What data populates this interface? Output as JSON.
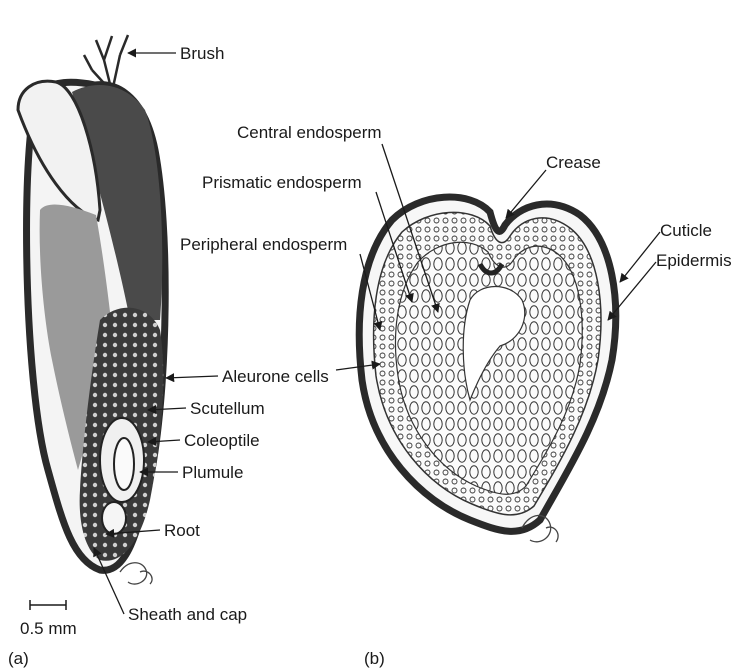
{
  "labels": {
    "brush": "Brush",
    "aleurone": "Aleurone cells",
    "scutellum": "Scutellum",
    "coleoptile": "Coleoptile",
    "plumule": "Plumule",
    "root": "Root",
    "sheath_cap": "Sheath and cap",
    "scale_bar": "0.5 mm",
    "panel_a": "(a)",
    "central_endosperm": "Central endosperm",
    "crease": "Crease",
    "prismatic_endosperm": "Prismatic endosperm",
    "cuticle": "Cuticle",
    "peripheral_endosperm": "Peripheral endosperm",
    "epidermis": "Epidermis",
    "panel_b": "(b)"
  },
  "colors": {
    "outline": "#2a2a2a",
    "dark_pericarp": "#4a4a4a",
    "grey_endosperm": "#9a9a9a",
    "embryo": "#3a3a3a"
  }
}
